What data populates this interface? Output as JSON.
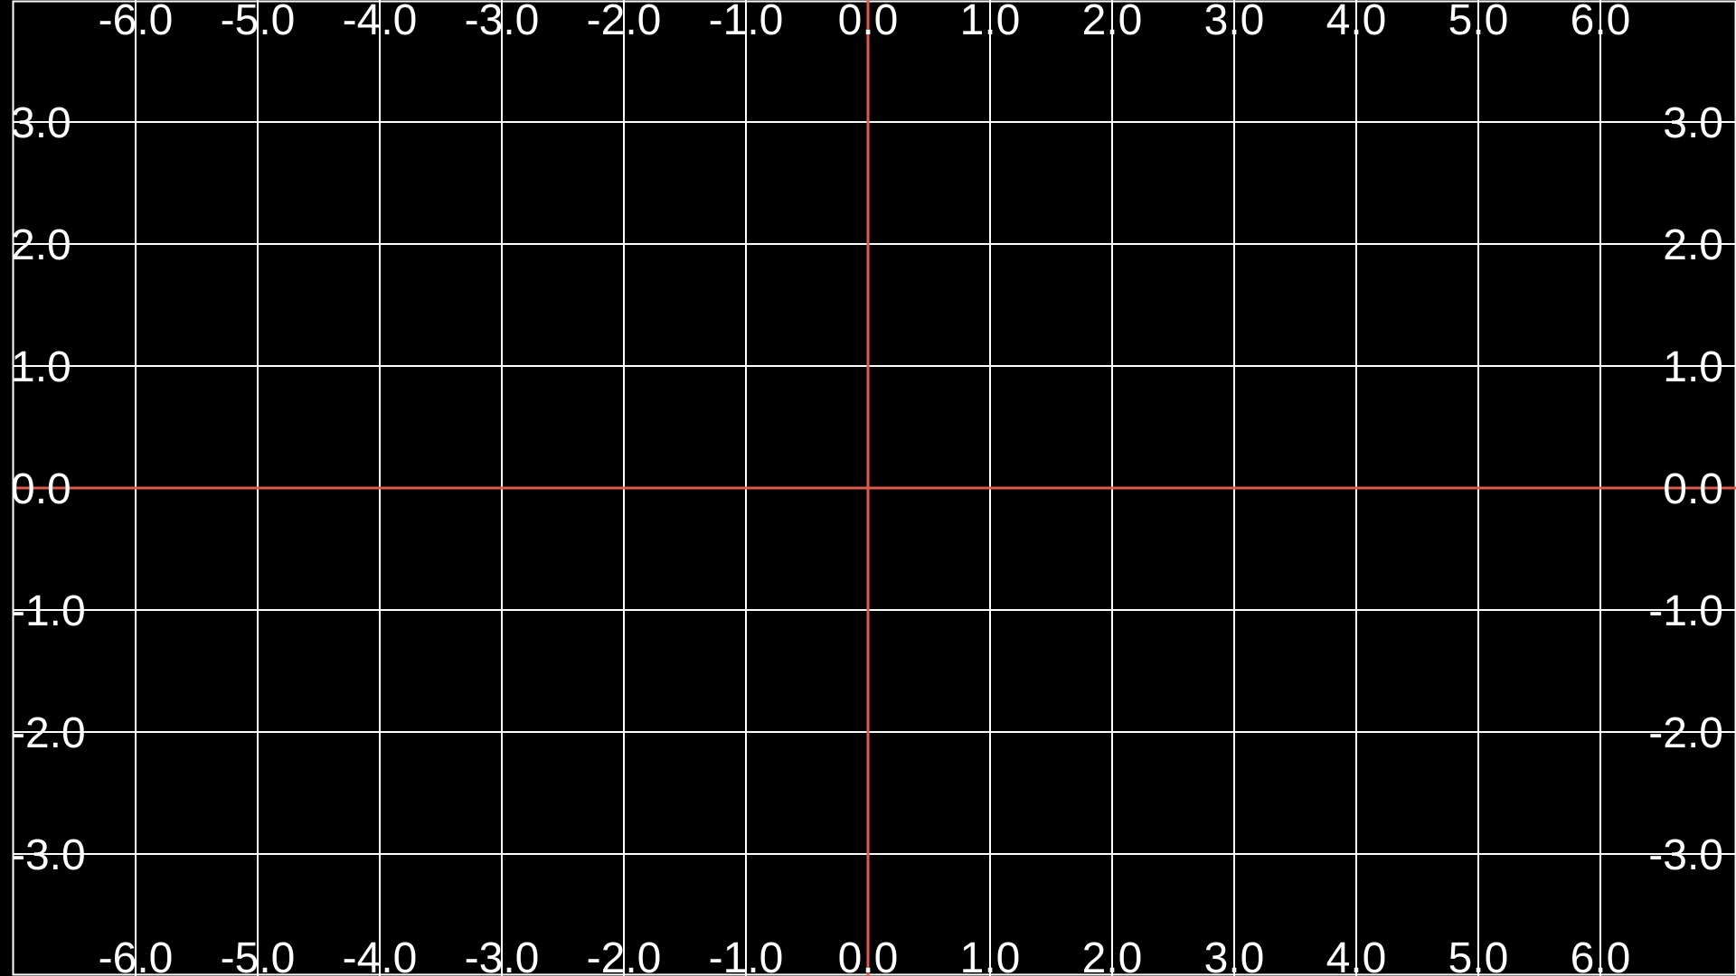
{
  "colors": {
    "background": "#000000",
    "grid": "#ffffff",
    "axis": "#e05a4e",
    "text": "#ffffff"
  },
  "x_ticks": [
    {
      "value": -6,
      "label": "-6.0"
    },
    {
      "value": -5,
      "label": "-5.0"
    },
    {
      "value": -4,
      "label": "-4.0"
    },
    {
      "value": -3,
      "label": "-3.0"
    },
    {
      "value": -2,
      "label": "-2.0"
    },
    {
      "value": -1,
      "label": "-1.0"
    },
    {
      "value": 0,
      "label": "0.0"
    },
    {
      "value": 1,
      "label": "1.0"
    },
    {
      "value": 2,
      "label": "2.0"
    },
    {
      "value": 3,
      "label": "3.0"
    },
    {
      "value": 4,
      "label": "4.0"
    },
    {
      "value": 5,
      "label": "5.0"
    },
    {
      "value": 6,
      "label": "6.0"
    }
  ],
  "y_ticks": [
    {
      "value": 3,
      "label": "3.0"
    },
    {
      "value": 2,
      "label": "2.0"
    },
    {
      "value": 1,
      "label": "1.0"
    },
    {
      "value": 0,
      "label": "0.0"
    },
    {
      "value": -1,
      "label": "-1.0"
    },
    {
      "value": -2,
      "label": "-2.0"
    },
    {
      "value": -3,
      "label": "-3.0"
    }
  ]
}
